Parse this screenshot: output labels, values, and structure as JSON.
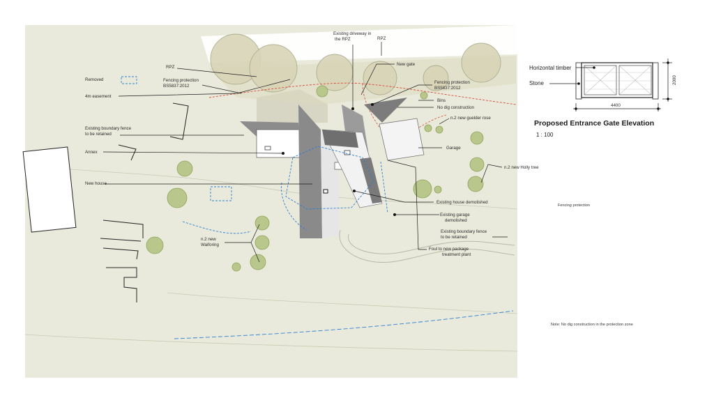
{
  "site_plan": {
    "labels": {
      "existing_driveway": [
        "Existing driveway in",
        "the RPZ"
      ],
      "rpz_top": "RPZ",
      "rpz_left": "RPZ",
      "removed": "Removed",
      "fencing_protection_left": [
        "Fencing protection",
        "BS5837:2012"
      ],
      "easement": "4m easement",
      "new_gate": "New gate",
      "fencing_protection_right": [
        "Fencing protection",
        "BS5837:2012"
      ],
      "bins": "Bins",
      "no_dig": "No dig construction",
      "guelder_rose": "n.2 new guelder rose",
      "boundary_fence_left": [
        "Existing boundary fence",
        "to be retained"
      ],
      "annex": "Annex",
      "garage": "Garage",
      "holly": "n.2 new Holly tree",
      "new_house": "New house",
      "house_demolished": "Existing house demolished",
      "garage_demolished": [
        "Existing garage",
        "demolished"
      ],
      "boundary_fence_right": [
        "Existing boundary fence",
        "to be retained"
      ],
      "waiforing": [
        "n.2 new",
        "Waiforing"
      ],
      "foul": [
        "Foul to new package",
        "treatment plant"
      ]
    }
  },
  "gate_elevation": {
    "label_horizontal_timber": "Horizontal timber",
    "label_stone": "Stone",
    "dim_width": "4400",
    "dim_height": "2000",
    "title": "Proposed Entrance Gate Elevation",
    "scale": "1 : 100"
  },
  "legend": {
    "fencing_protection": "Fencing protection",
    "note": "Note: No dig construction in the protection zone"
  },
  "colors": {
    "site_fill": "#e9eadb",
    "tree_fill": "#b9c78c",
    "roof_dark": "#8c8c8c",
    "fence_blue": "#2b7fd4",
    "rpz_red": "#d94a3a"
  }
}
